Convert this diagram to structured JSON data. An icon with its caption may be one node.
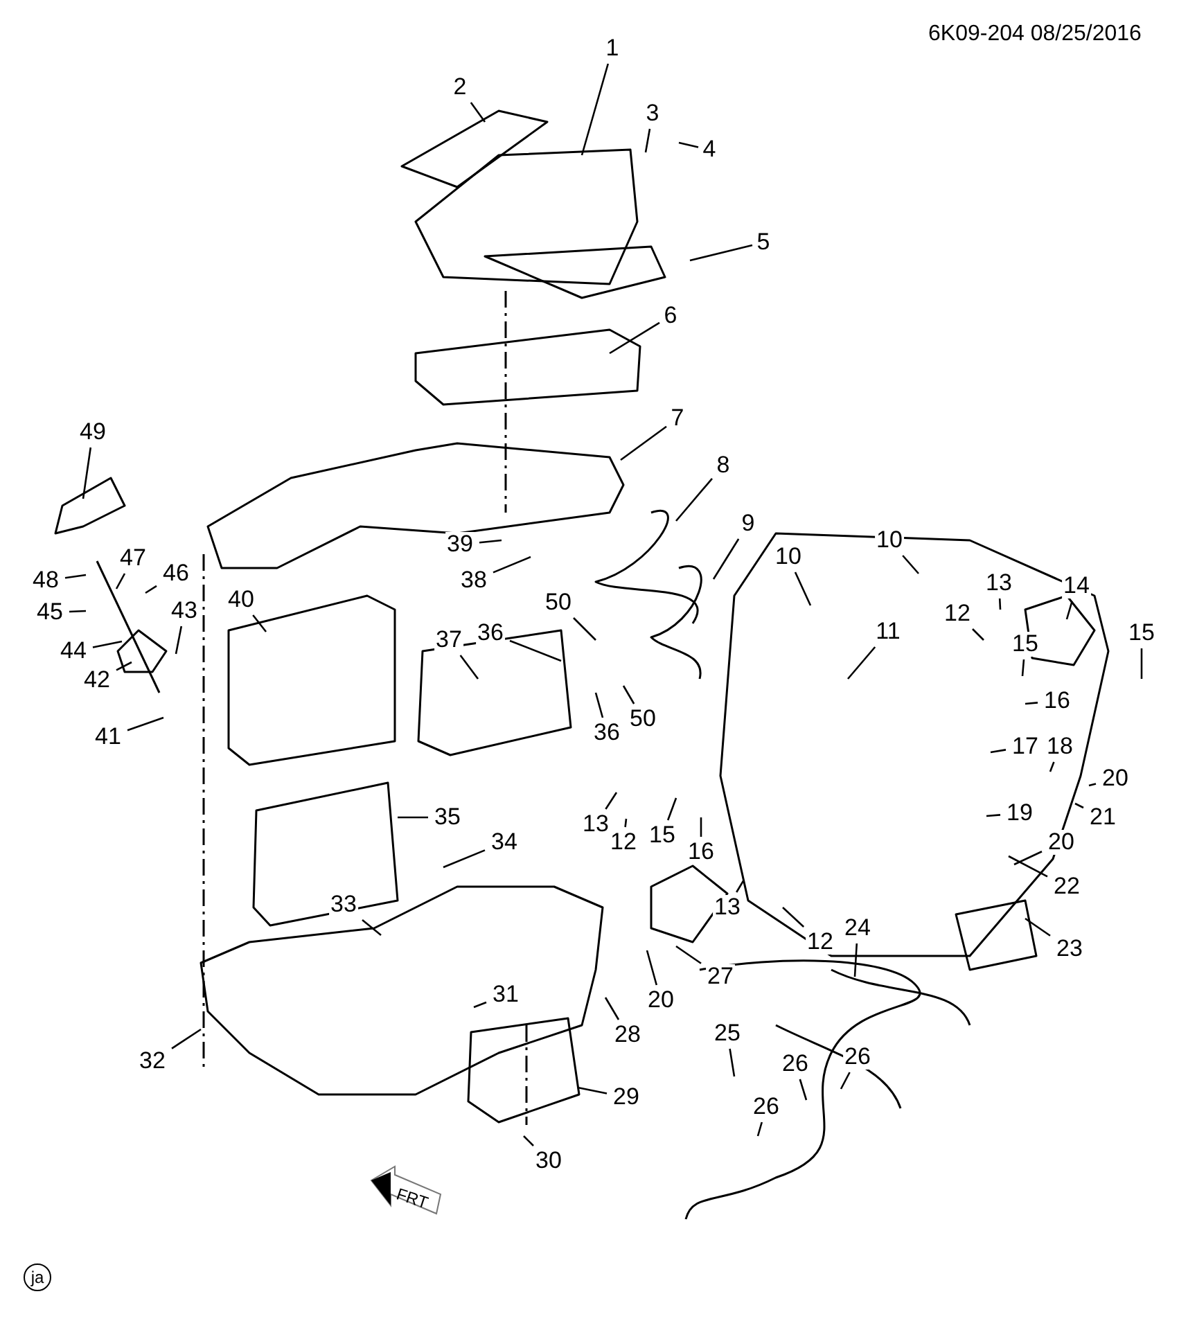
{
  "diagram": {
    "nodes": [
      {
        "text": [
          "1"
        ]
      },
      {
        "text": [
          "2"
        ]
      },
      {
        "text": [
          "3"
        ]
      },
      {
        "text": [
          "4"
        ]
      },
      {
        "text": [
          "5"
        ]
      },
      {
        "text": [
          "6"
        ]
      },
      {
        "text": [
          "7"
        ]
      },
      {
        "text": [
          "8"
        ]
      },
      {
        "text": [
          "9"
        ]
      },
      {
        "text": [
          "10"
        ]
      },
      {
        "text": [
          "10"
        ]
      },
      {
        "text": [
          "11"
        ]
      },
      {
        "text": [
          "12"
        ]
      },
      {
        "text": [
          "13"
        ]
      },
      {
        "text": [
          "14"
        ]
      },
      {
        "text": [
          "15"
        ]
      },
      {
        "text": [
          "15"
        ]
      },
      {
        "text": [
          "16"
        ]
      },
      {
        "text": [
          "16"
        ]
      },
      {
        "text": [
          "17"
        ]
      },
      {
        "text": [
          "18"
        ]
      },
      {
        "text": [
          "19"
        ]
      },
      {
        "text": [
          "20"
        ]
      },
      {
        "text": [
          "20"
        ]
      },
      {
        "text": [
          "20"
        ]
      },
      {
        "text": [
          "21"
        ]
      },
      {
        "text": [
          "22"
        ]
      },
      {
        "text": [
          "23"
        ]
      },
      {
        "text": [
          "24"
        ]
      },
      {
        "text": [
          "25"
        ]
      },
      {
        "text": [
          "26"
        ]
      },
      {
        "text": [
          "26"
        ]
      },
      {
        "text": [
          "26"
        ]
      },
      {
        "text": [
          "27"
        ]
      },
      {
        "text": [
          "28"
        ]
      },
      {
        "text": [
          "29"
        ]
      },
      {
        "text": [
          "30"
        ]
      },
      {
        "text": [
          "31"
        ]
      },
      {
        "text": [
          "32"
        ]
      },
      {
        "text": [
          "33"
        ]
      },
      {
        "text": [
          "34"
        ]
      },
      {
        "text": [
          "35"
        ]
      },
      {
        "text": [
          "36"
        ]
      },
      {
        "text": [
          "36"
        ]
      },
      {
        "text": [
          "37"
        ]
      },
      {
        "text": [
          "38"
        ]
      },
      {
        "text": [
          "39"
        ]
      },
      {
        "text": [
          "40"
        ]
      },
      {
        "text": [
          "41"
        ]
      },
      {
        "text": [
          "42"
        ]
      },
      {
        "text": [
          "43"
        ]
      },
      {
        "text": [
          "44"
        ]
      },
      {
        "text": [
          "45"
        ]
      },
      {
        "text": [
          "46"
        ]
      },
      {
        "text": [
          "47"
        ]
      },
      {
        "text": [
          "48"
        ]
      },
      {
        "text": [
          "49"
        ]
      },
      {
        "text": [
          "50"
        ]
      },
      {
        "text": [
          "50"
        ]
      },
      {
        "text": [
          "12"
        ]
      },
      {
        "text": [
          "13"
        ]
      },
      {
        "text": [
          "15"
        ]
      },
      {
        "text": [
          "13"
        ]
      },
      {
        "text": [
          "12"
        ]
      }
    ],
    "edges": [
      {
        "from": 0,
        "to": null,
        "arrow": "none"
      },
      {
        "from": 1,
        "to": null,
        "arrow": "none"
      },
      {
        "from": 2,
        "to": null,
        "arrow": "none"
      },
      {
        "from": 3,
        "to": null,
        "arrow": "none"
      },
      {
        "from": 4,
        "to": null,
        "arrow": "none"
      },
      {
        "from": 5,
        "to": null,
        "arrow": "none"
      },
      {
        "from": 6,
        "to": null,
        "arrow": "none"
      },
      {
        "from": 7,
        "to": null,
        "arrow": "none"
      },
      {
        "from": 8,
        "to": null,
        "arrow": "none"
      },
      {
        "from": 9,
        "to": null,
        "arrow": "none"
      },
      {
        "from": 10,
        "to": null,
        "arrow": "none"
      },
      {
        "from": 11,
        "to": null,
        "arrow": "none"
      },
      {
        "from": 12,
        "to": null,
        "arrow": "none"
      },
      {
        "from": 13,
        "to": null,
        "arrow": "none"
      },
      {
        "from": 14,
        "to": null,
        "arrow": "none"
      },
      {
        "from": 15,
        "to": null,
        "arrow": "none"
      },
      {
        "from": 16,
        "to": null,
        "arrow": "none"
      },
      {
        "from": 17,
        "to": null,
        "arrow": "none"
      },
      {
        "from": 18,
        "to": null,
        "arrow": "none"
      },
      {
        "from": 19,
        "to": null,
        "arrow": "none"
      },
      {
        "from": 20,
        "to": null,
        "arrow": "none"
      },
      {
        "from": 21,
        "to": null,
        "arrow": "none"
      },
      {
        "from": 22,
        "to": null,
        "arrow": "none"
      },
      {
        "from": 23,
        "to": null,
        "arrow": "none"
      },
      {
        "from": 24,
        "to": null,
        "arrow": "none"
      },
      {
        "from": 25,
        "to": null,
        "arrow": "none"
      },
      {
        "from": 26,
        "to": null,
        "arrow": "none"
      },
      {
        "from": 27,
        "to": null,
        "arrow": "none"
      },
      {
        "from": 28,
        "to": null,
        "arrow": "none"
      },
      {
        "from": 29,
        "to": null,
        "arrow": "none"
      },
      {
        "from": 30,
        "to": null,
        "arrow": "none"
      },
      {
        "from": 31,
        "to": null,
        "arrow": "none"
      },
      {
        "from": 32,
        "to": null,
        "arrow": "none"
      },
      {
        "from": 33,
        "to": null,
        "arrow": "none"
      },
      {
        "from": 34,
        "to": null,
        "arrow": "none"
      },
      {
        "from": 35,
        "to": null,
        "arrow": "none"
      },
      {
        "from": 36,
        "to": null,
        "arrow": "none"
      },
      {
        "from": 37,
        "to": null,
        "arrow": "none"
      },
      {
        "from": 38,
        "to": null,
        "arrow": "none"
      },
      {
        "from": 39,
        "to": null,
        "arrow": "none"
      },
      {
        "from": 40,
        "to": null,
        "arrow": "none"
      },
      {
        "from": 41,
        "to": null,
        "arrow": "none"
      },
      {
        "from": 42,
        "to": null,
        "arrow": "none"
      },
      {
        "from": 43,
        "to": null,
        "arrow": "none"
      },
      {
        "from": 44,
        "to": null,
        "arrow": "none"
      },
      {
        "from": 45,
        "to": null,
        "arrow": "none"
      },
      {
        "from": 46,
        "to": null,
        "arrow": "none"
      },
      {
        "from": 47,
        "to": null,
        "arrow": "none"
      },
      {
        "from": 48,
        "to": null,
        "arrow": "none"
      },
      {
        "from": 49,
        "to": null,
        "arrow": "none"
      },
      {
        "from": 50,
        "to": null,
        "arrow": "none"
      },
      {
        "from": 51,
        "to": null,
        "arrow": "none"
      },
      {
        "from": 52,
        "to": null,
        "arrow": "none"
      },
      {
        "from": 53,
        "to": null,
        "arrow": "none"
      },
      {
        "from": 54,
        "to": null,
        "arrow": "none"
      },
      {
        "from": 55,
        "to": null,
        "arrow": "none"
      },
      {
        "from": 56,
        "to": null,
        "arrow": "none"
      },
      {
        "from": 57,
        "to": null,
        "arrow": "none"
      },
      {
        "from": 58,
        "to": null,
        "arrow": "none"
      },
      {
        "from": 59,
        "to": null,
        "arrow": "none"
      },
      {
        "from": 60,
        "to": null,
        "arrow": "none"
      },
      {
        "from": 61,
        "to": null,
        "arrow": "none"
      },
      {
        "from": 62,
        "to": null,
        "arrow": "none"
      },
      {
        "from": 63,
        "to": null,
        "arrow": "none"
      }
    ],
    "labels": [
      "6K09-204 08/25/2016",
      "FRT",
      "ja"
    ]
  }
}
